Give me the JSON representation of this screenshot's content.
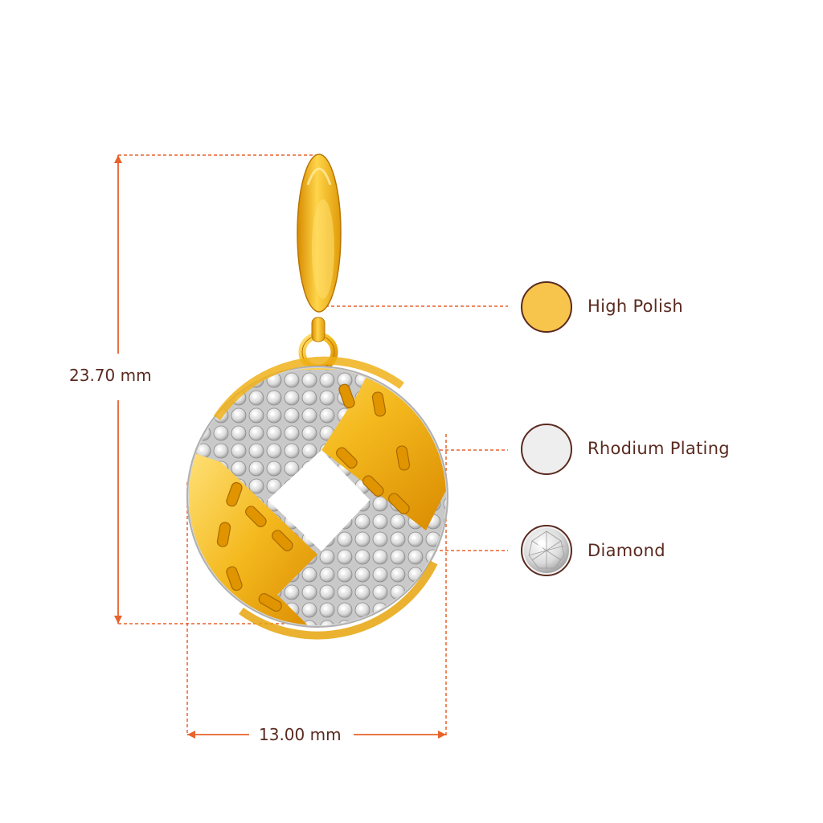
{
  "dimensions": {
    "height_label": "23.70 mm",
    "width_label": "13.00 mm"
  },
  "legend": {
    "items": [
      {
        "label": "High Polish",
        "swatch_color": "#f7c54c"
      },
      {
        "label": "Rhodium Plating",
        "swatch_color": "#eeeeee"
      },
      {
        "label": "Diamond",
        "swatch_color": "#f2f2f2"
      }
    ]
  },
  "colors": {
    "dimension_line": "#e8622b",
    "text": "#5a2a20",
    "gold_light": "#ffd65a",
    "gold_dark": "#d98f00",
    "silver": "#e4e4e4"
  }
}
